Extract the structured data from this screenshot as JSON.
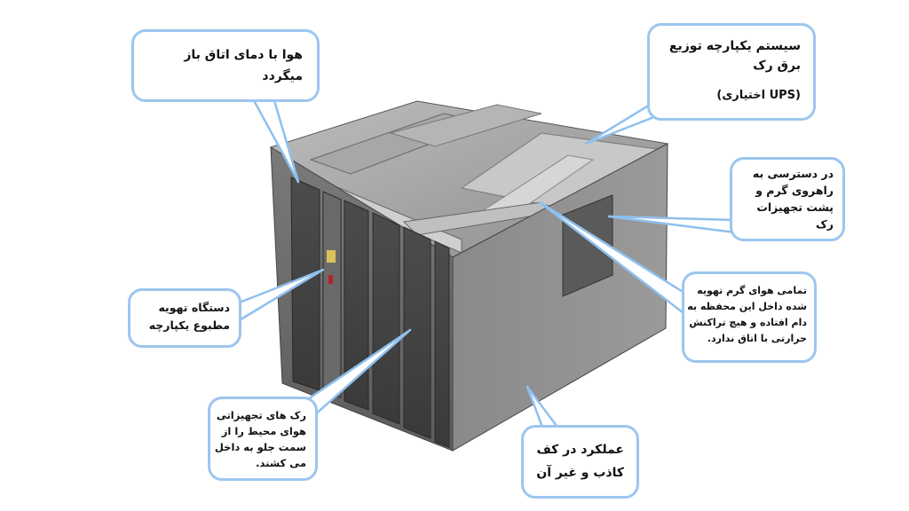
{
  "callouts": {
    "room_air": [
      "هوا با دمای اتاق باز",
      "میگردد"
    ],
    "power": [
      "سیستم یکپارچه توزیع",
      "برق رک",
      "(UPS اختیاری)"
    ],
    "hot_aisle": [
      "در دسترسی به",
      "راهروی گرم و",
      "پشت تجهیزات",
      "رک"
    ],
    "containment": [
      "تمامی هوای گرم تهویه",
      "شده داخل این محفظه به",
      "دام افتاده و هیچ  تراکنش",
      "حرارتی با اتاق ندارد."
    ],
    "cooling": [
      "دستگاه تهویه",
      "مطبوع  یکپارچه"
    ],
    "racks": [
      "رک های تجهیزاتی",
      "هوای محیط را از",
      "سمت جلو به داخل",
      "می کشند."
    ],
    "floor": [
      "عملکرد در کف",
      "کاذب و غیر آن"
    ]
  },
  "colors": {
    "callout_border": "#9cc6ef",
    "pointer": "#8fc0ee",
    "enclosure_front": "#6e6e6e",
    "enclosure_top": "#8c8c8c"
  }
}
